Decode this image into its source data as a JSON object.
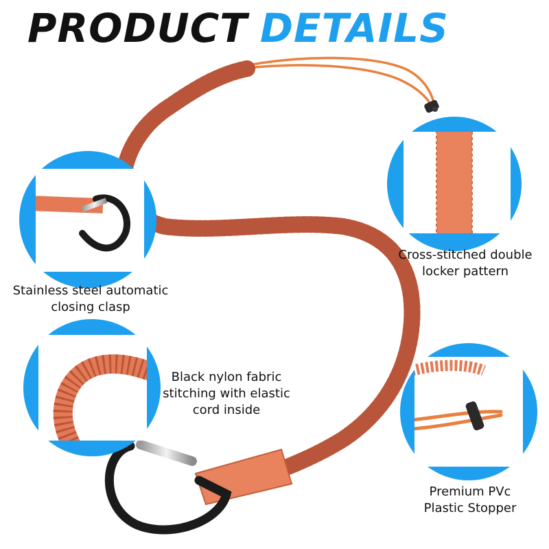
{
  "heading": {
    "word1": "PRODUCT",
    "word2": "DETAILS",
    "word1_color": "#111111",
    "word2_color": "#1ea0ef"
  },
  "colors": {
    "accent_blue": "#1ea0ef",
    "cord_orange": "#e47a55",
    "clip_black": "#1b1b1b"
  },
  "callouts": {
    "clasp": {
      "line1": "Stainless steel automatic",
      "line2": "closing clasp",
      "icon": "carabiner-icon"
    },
    "stitch": {
      "line1": "Cross-stitched double",
      "line2": "locker pattern",
      "icon": "webbing-icon"
    },
    "fabric": {
      "line1": "Black nylon fabric",
      "line2": "stitching with elastic",
      "line3": "cord inside",
      "icon": "elastic-cord-icon"
    },
    "stopper": {
      "line1": "Premium PVc",
      "line2": "Plastic Stopper",
      "icon": "cord-stopper-icon"
    }
  }
}
